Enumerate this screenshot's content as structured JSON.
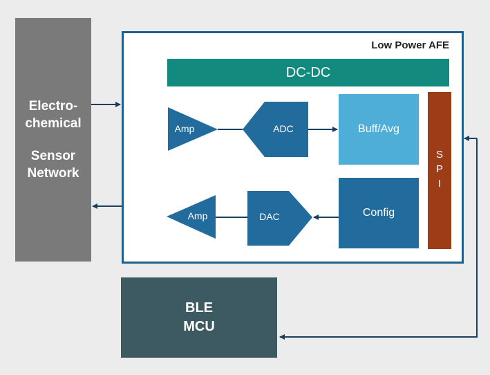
{
  "sensor": {
    "line1": "Electro-",
    "line2": "chemical",
    "line3": "Sensor",
    "line4": "Network"
  },
  "afe": {
    "title": "Low Power AFE"
  },
  "blocks": {
    "dcdc": "DC-DC",
    "amp_top": "Amp",
    "adc": "ADC",
    "buff": "Buff/Avg",
    "amp_bottom": "Amp",
    "dac": "DAC",
    "config": "Config",
    "spi": "SPI"
  },
  "mcu": {
    "line1": "BLE",
    "line2": "MCU"
  },
  "colors": {
    "background": "#ececec",
    "sensor": "#7a7a7a",
    "afe_border": "#1f5f8b",
    "dcdc": "#138a7e",
    "signal_blocks": "#226c9d",
    "buff": "#4faed8",
    "spi": "#9c3d18",
    "mcu": "#3d5a62",
    "arrows": "#1d3f5e"
  }
}
